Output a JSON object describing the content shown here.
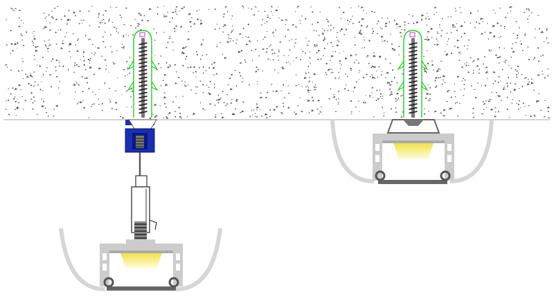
{
  "colors": {
    "background": "#ffffff",
    "concrete_speckle": "#555555",
    "concrete_edge": "#bbbbbb",
    "anchor_outline": "#22cc22",
    "screw_thread": "#222222",
    "screw_core": "#777777",
    "purple_marker": "#cc33cc",
    "blue_adapter": "#1a2fb0",
    "blue_adapter_dark": "#0a1880",
    "cable": "#555555",
    "gripper_body": "#ffffff",
    "gripper_outline": "#333333",
    "profile_grey": "#cccccc",
    "profile_dark": "#888888",
    "diffuser_arc": "#d6d6d6",
    "led_light": "#fffbbb",
    "led_light_core": "#f3e75a",
    "clip_dark": "#555555"
  },
  "assemblies": [
    {
      "id": "suspended-mount",
      "parts": [
        "concrete-ceiling",
        "wall-plug-anchor",
        "screw",
        "ceiling-adapter",
        "suspension-cable",
        "cable-gripper",
        "led-profile",
        "diffuser"
      ]
    },
    {
      "id": "surface-mount",
      "parts": [
        "concrete-ceiling",
        "wall-plug-anchor",
        "screw",
        "mounting-clip",
        "led-profile",
        "diffuser"
      ]
    }
  ]
}
